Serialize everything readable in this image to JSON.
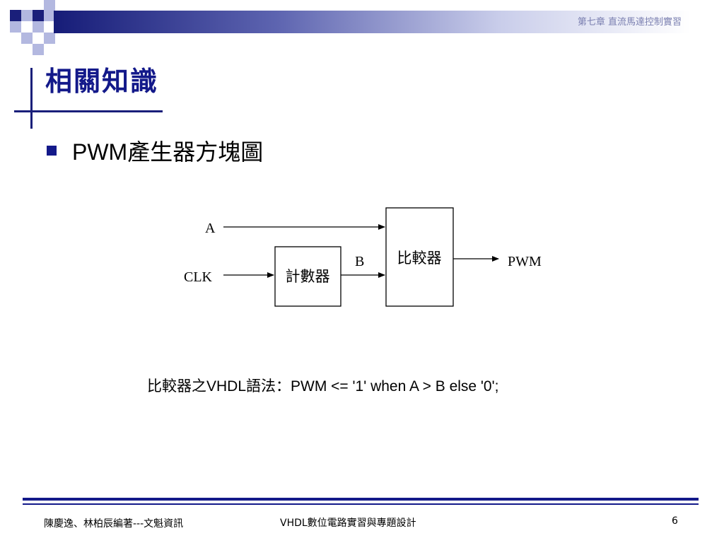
{
  "header": {
    "chapter": "第七章  直流馬達控制實習",
    "accent": "#13198a"
  },
  "title": "相關知識",
  "bullet": {
    "text": "PWM產生器方塊圖"
  },
  "diagram": {
    "inputs": {
      "a": "A",
      "clk": "CLK",
      "b": "B"
    },
    "blocks": {
      "counter": "計數器",
      "comparator": "比較器"
    },
    "output": "PWM"
  },
  "syntax": "比較器之VHDL語法：PWM <= '1' when A > B else '0';",
  "footer": {
    "authors": "陳慶逸、林柏辰編著---文魁資訊",
    "book": "VHDL數位電路實習與專題設計",
    "page": "6"
  }
}
